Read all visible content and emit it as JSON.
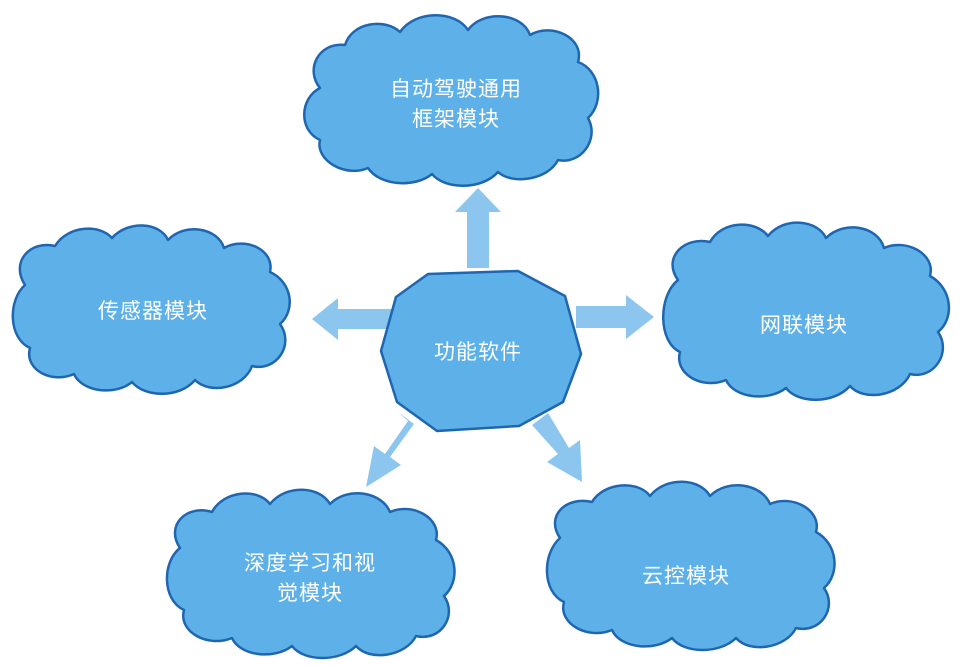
{
  "center": {
    "label": "功能软件"
  },
  "modules": {
    "framework": {
      "label": "自动驾驶通用\n框架模块"
    },
    "sensor": {
      "label": "传感器模块"
    },
    "network": {
      "label": "网联模块"
    },
    "deep_learning": {
      "label": "深度学习和视\n觉模块"
    },
    "cloud": {
      "label": "云控模块"
    }
  },
  "colors": {
    "cloud_fill": "#5EB1E8",
    "cloud_stroke": "#1F66B0",
    "arrow": "#8CC6EF",
    "text": "#FFFFFF"
  }
}
